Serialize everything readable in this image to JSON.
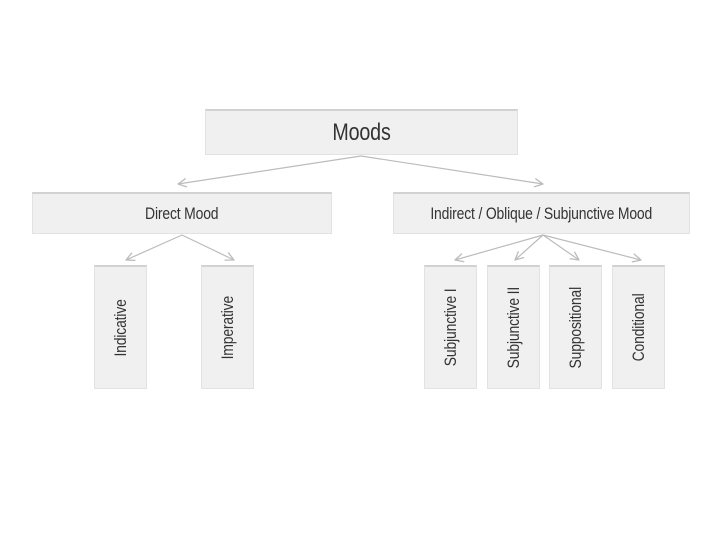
{
  "diagram": {
    "title_text": "Moods",
    "background": "#ffffff",
    "node_fill": "#f0f0f0",
    "node_border": "#e2e2e2",
    "node_top_edge": "#d2d2d2",
    "text_color": "#333333",
    "connector_color": "#bcbcbc",
    "root": {
      "label": "Moods"
    },
    "level2": [
      {
        "label": "Direct Mood"
      },
      {
        "label": "Indirect / Oblique / Subjunctive Mood"
      }
    ],
    "leaves_left": [
      {
        "label": "Indicative"
      },
      {
        "label": "Imperative"
      }
    ],
    "leaves_right": [
      {
        "label": "Subjunctive I"
      },
      {
        "label": "Subjunctive II"
      },
      {
        "label": "Suppositional"
      },
      {
        "label": "Conditional"
      }
    ]
  }
}
